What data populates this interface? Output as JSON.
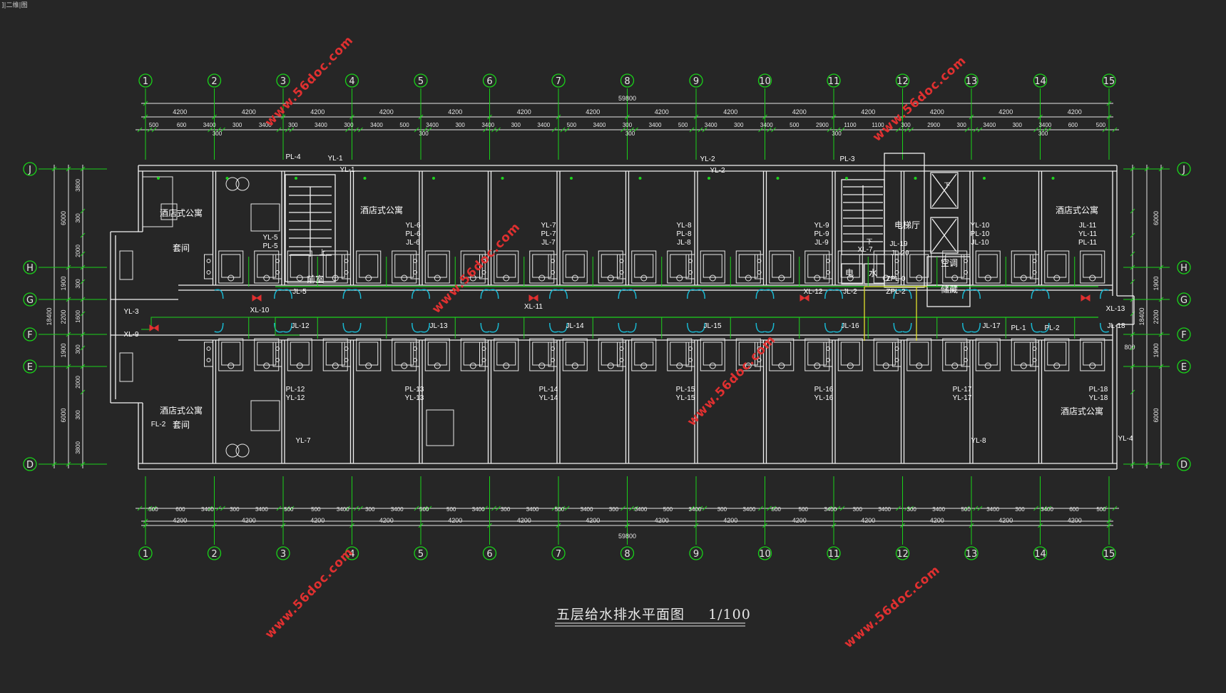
{
  "corner_text": "]|二维|图",
  "drawing_title": "五层给水排水平面图",
  "scale_text": "1/100",
  "watermark_text": "www.56doc.com",
  "colors": {
    "background": "#262626",
    "wall": "#f2f2f2",
    "axis": "#19d119",
    "dim": "#e6e6e6",
    "pipe_green": "#1ed21e",
    "pipe_yellow": "#e2e22e",
    "door": "#18b8d2",
    "label": "#ffffff"
  },
  "axes_columns": [
    "1",
    "2",
    "3",
    "4",
    "5",
    "6",
    "7",
    "8",
    "9",
    "10",
    "11",
    "12",
    "13",
    "14",
    "15"
  ],
  "axes_rows": [
    "J",
    "H",
    "G",
    "F",
    "E",
    "D"
  ],
  "dims_top_bays": [
    "4200",
    "4200",
    "4200",
    "4200",
    "4200",
    "4200",
    "4200",
    "4200",
    "4200",
    "4200",
    "4200",
    "4200",
    "4200",
    "4200"
  ],
  "dims_bottom_bays": [
    "4200",
    "4200",
    "4200",
    "4200",
    "4200",
    "4200",
    "4200",
    "4200",
    "4200",
    "4200",
    "4200",
    "4200",
    "4200",
    "4200"
  ],
  "dims_sub_top": [
    "500",
    "600",
    "3400",
    "300",
    "3400",
    "300",
    "3400",
    "300",
    "3400",
    "500",
    "3400",
    "300",
    "3400",
    "300",
    "3400",
    "500",
    "3400",
    "300",
    "3400",
    "500",
    "3400",
    "300",
    "3400",
    "500",
    "2900",
    "1100",
    "1100",
    "300",
    "2900",
    "300",
    "3400",
    "300",
    "3400",
    "600",
    "500"
  ],
  "dims_sub_bottom": [
    "500",
    "600",
    "3400",
    "300",
    "3400",
    "500",
    "500",
    "3400",
    "300",
    "3400",
    "500",
    "500",
    "3400",
    "300",
    "3400",
    "500",
    "3400",
    "300",
    "3400",
    "500",
    "3400",
    "300",
    "3400",
    "500",
    "500",
    "3400",
    "300",
    "3400",
    "300",
    "3400",
    "500",
    "3400",
    "300",
    "3400",
    "600",
    "500"
  ],
  "dims_total": "59800",
  "dims_left": [
    "6000",
    "1900",
    "2200",
    "1900",
    "6000"
  ],
  "dims_left_sub": [
    "3800",
    "300",
    "2000",
    "300",
    "1600",
    "300",
    "2000",
    "300",
    "3800"
  ],
  "dims_left_total": "18400",
  "dims_right": [
    "6000",
    "1900",
    "2200",
    "1900",
    "6000"
  ],
  "dims_right_total": "18400",
  "dim_800": "800",
  "room_labels": [
    "酒店式公寓",
    "套间",
    "酒店式公寓",
    "前室",
    "电梯厅",
    "酒店式公寓",
    "空调",
    "储藏",
    "电",
    "水",
    "酒店式公寓",
    "套间",
    "酒店式公寓"
  ],
  "pipe_labels_north": [
    "PL-4",
    "YL-1",
    "YL-1",
    "YL-2",
    "YL-2",
    "PL-3",
    "YL-5",
    "PL-5",
    "YL-6",
    "PL-6",
    "JL-6",
    "YL-7",
    "PL-7",
    "JL-7",
    "YL-8",
    "PL-8",
    "JL-8",
    "YL-9",
    "PL-9",
    "JL-9",
    "JL-19",
    "JL-20",
    "XL-7",
    "YL-10",
    "PL-10",
    "JL-10",
    "JL-11",
    "YL-11",
    "PL-11",
    "XL-10",
    "JL-5",
    "XL-11",
    "XL-12",
    "JL-2",
    "ZPL-0",
    "ZPL-2",
    "XL-13"
  ],
  "pipe_labels_south": [
    "YL-3",
    "XL-9",
    "JL-12",
    "JL-13",
    "JL-14",
    "JL-15",
    "JL-16",
    "JL-17",
    "PL-1",
    "PL-2",
    "JL-18",
    "PL-12",
    "YL-12",
    "PL-13",
    "YL-13",
    "PL-14",
    "YL-14",
    "PL-15",
    "YL-15",
    "PL-16",
    "YL-16",
    "PL-17",
    "YL-17",
    "PL-18",
    "YL-18",
    "FL-2",
    "YL-7",
    "YL-8",
    "YL-4"
  ],
  "stair_note": "上",
  "stair_note2": "下",
  "stair_note3": "下"
}
